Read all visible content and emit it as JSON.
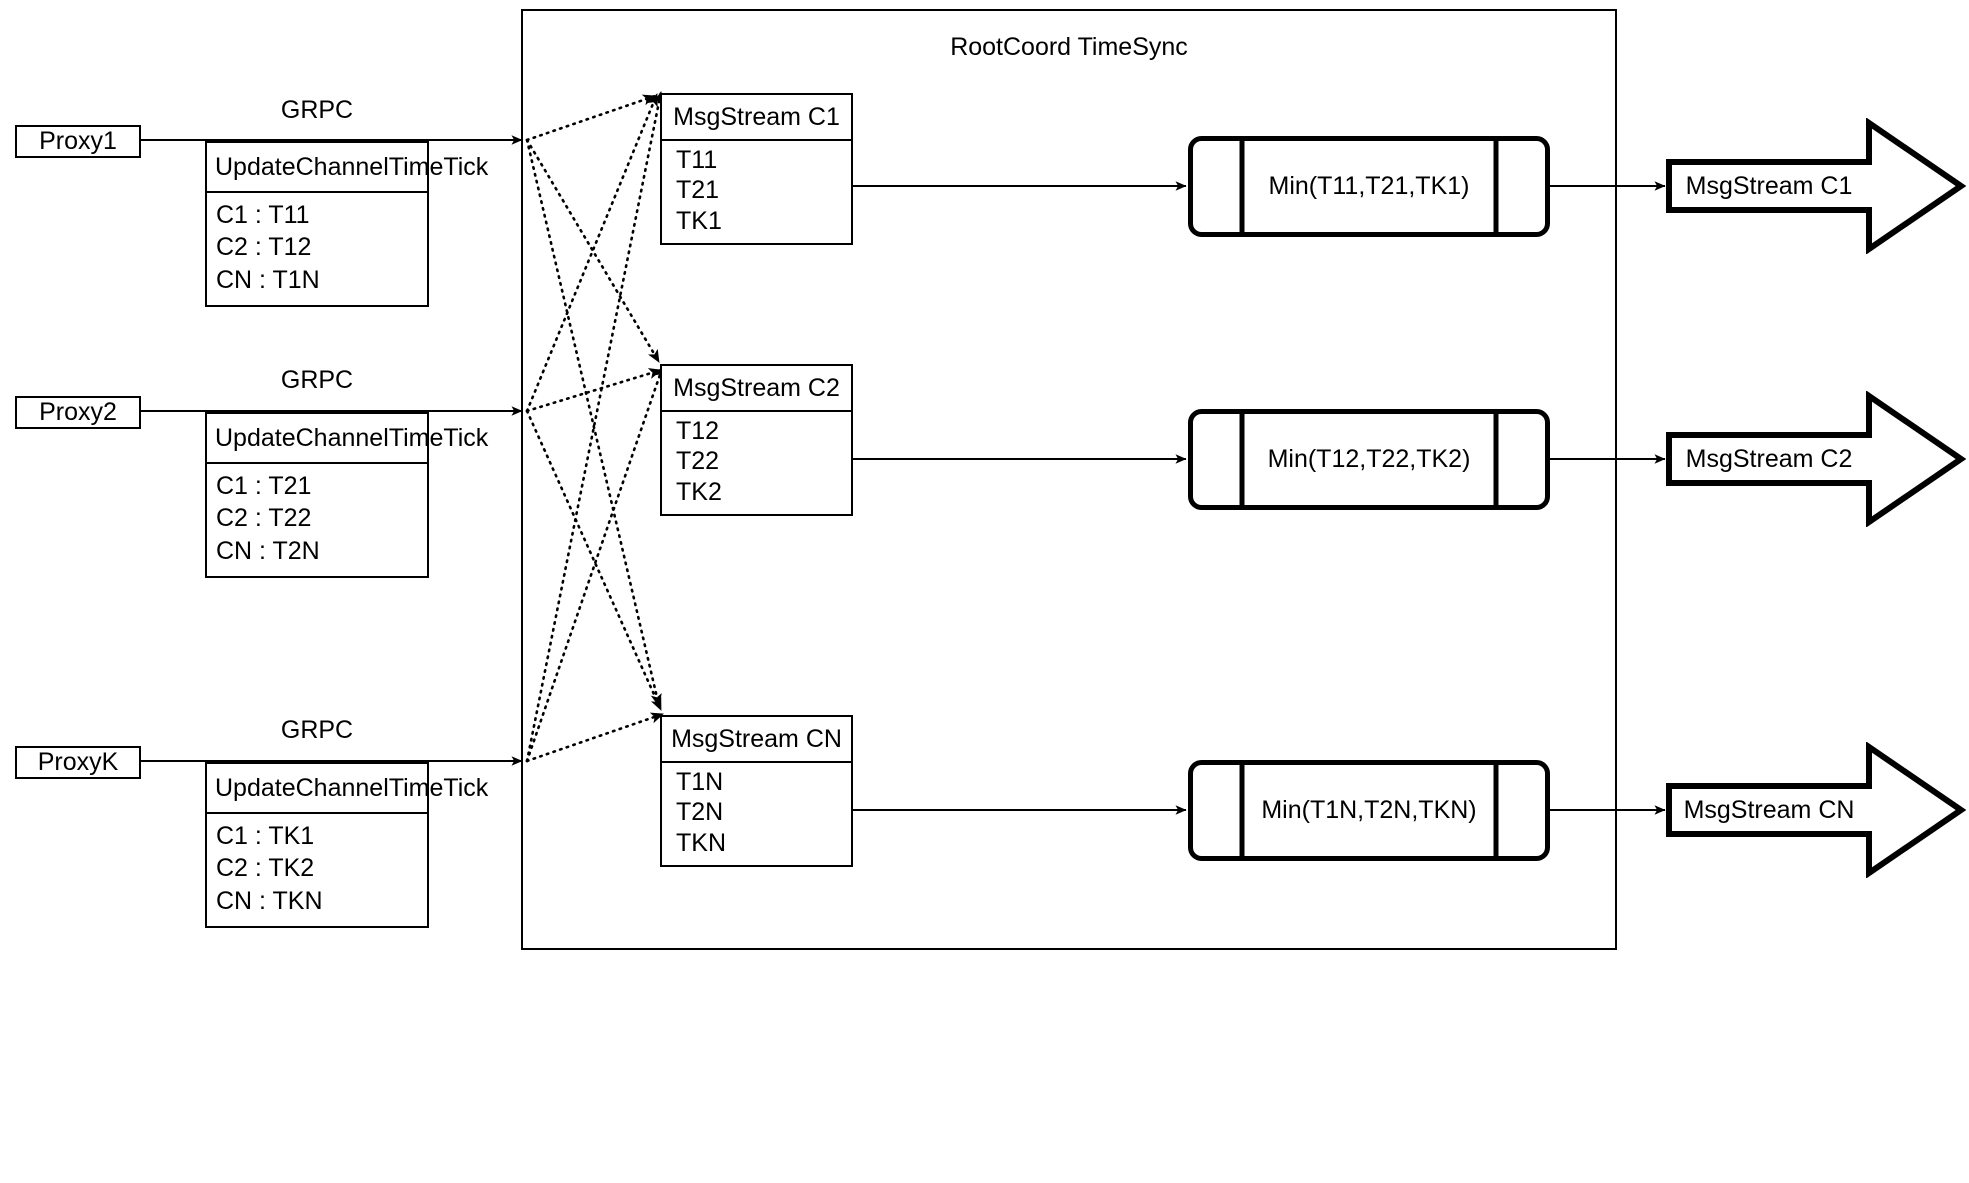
{
  "diagram": {
    "title": "RootCoord TimeSync",
    "colors": {
      "stroke": "#000000",
      "background": "#ffffff"
    }
  },
  "proxies": [
    {
      "name": "Proxy1",
      "link_label": "GRPC",
      "request": {
        "title": "UpdateChannelTimeTick",
        "rows": [
          "C1 :  T11",
          "C2 :  T12",
          "CN : T1N"
        ]
      }
    },
    {
      "name": "Proxy2",
      "link_label": "GRPC",
      "request": {
        "title": "UpdateChannelTimeTick",
        "rows": [
          "C1 :  T21",
          "C2 :  T22",
          "CN : T2N"
        ]
      }
    },
    {
      "name": "ProxyK",
      "link_label": "GRPC",
      "request": {
        "title": "UpdateChannelTimeTick",
        "rows": [
          "C1 :  TK1",
          "C2 :  TK2",
          "CN : TKN"
        ]
      }
    }
  ],
  "channels": [
    {
      "msgstream": {
        "title": "MsgStream C1",
        "rows": [
          "T11",
          "T21",
          "TK1"
        ]
      },
      "min": {
        "label": "Min(T11,T21,TK1)"
      },
      "output": {
        "label": "MsgStream C1"
      }
    },
    {
      "msgstream": {
        "title": "MsgStream C2",
        "rows": [
          "T12",
          "T22",
          "TK2"
        ]
      },
      "min": {
        "label": "Min(T12,T22,TK2)"
      },
      "output": {
        "label": "MsgStream C2"
      }
    },
    {
      "msgstream": {
        "title": "MsgStream CN",
        "rows": [
          "T1N",
          "T2N",
          "TKN"
        ]
      },
      "min": {
        "label": "Min(T1N,T2N,TKN)"
      },
      "output": {
        "label": "MsgStream CN"
      }
    }
  ]
}
